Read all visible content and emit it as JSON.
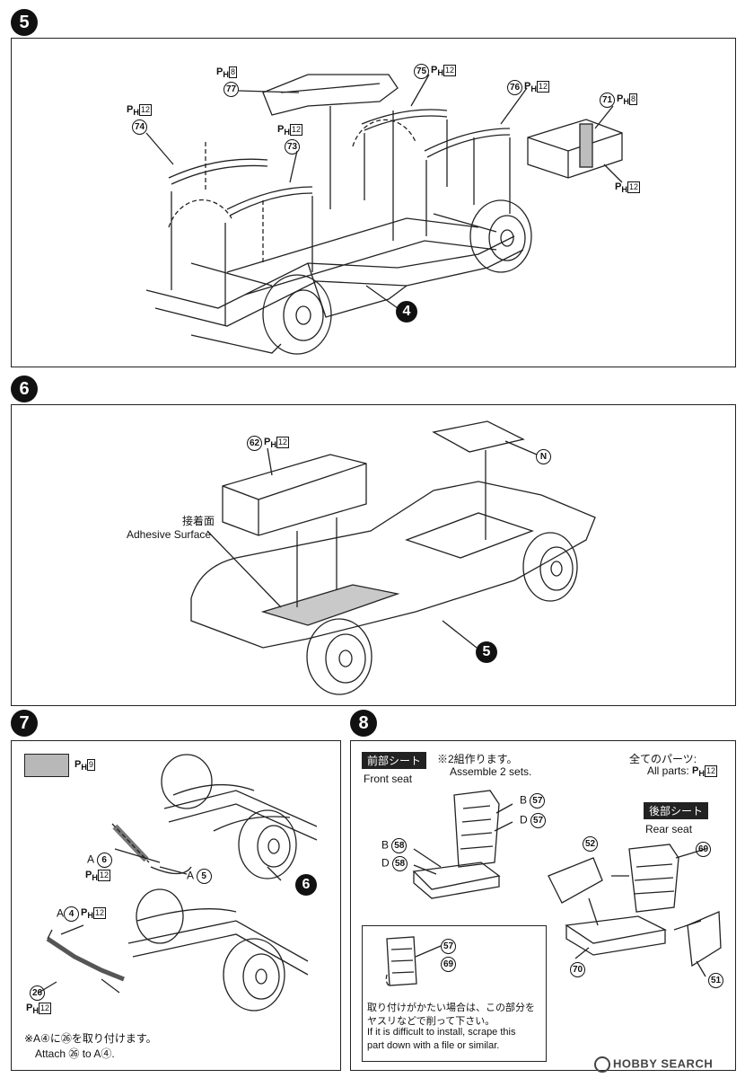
{
  "steps": {
    "s5": "5",
    "s6": "6",
    "s7": "7",
    "s8": "8"
  },
  "step5": {
    "parts": [
      {
        "num": "77",
        "paint_letter": "P",
        "paint_sub": "H",
        "paint_code": "8"
      },
      {
        "num": "75",
        "paint_letter": "P",
        "paint_sub": "H",
        "paint_code": "12"
      },
      {
        "num": "76",
        "paint_letter": "P",
        "paint_sub": "H",
        "paint_code": "12"
      },
      {
        "num": "71",
        "paint_letter": "P",
        "paint_sub": "H",
        "paint_code": "8"
      },
      {
        "num": "74",
        "paint_letter": "P",
        "paint_sub": "H",
        "paint_code": "12"
      },
      {
        "num": "73",
        "paint_letter": "P",
        "paint_sub": "H",
        "paint_code": "12"
      }
    ],
    "band_paint": {
      "letter": "P",
      "sub": "H",
      "code": "12"
    },
    "chassis_ref": "4"
  },
  "step6": {
    "part62": {
      "num": "62",
      "paint_letter": "P",
      "paint_sub": "H",
      "paint_code": "12"
    },
    "adhesive_jp": "接着面",
    "adhesive_en": "Adhesive Surface",
    "sheet_ref": "N",
    "chassis_ref": "5"
  },
  "step7": {
    "legend_paint": {
      "letter": "P",
      "sub": "H",
      "code": "9"
    },
    "a6_prefix": "A",
    "a6_num": "6",
    "a6_paint": {
      "letter": "P",
      "sub": "H",
      "code": "12"
    },
    "a5_prefix": "A",
    "a5_num": "5",
    "ref6": "6",
    "a4_prefix": "A",
    "a4_num": "4",
    "a4_paint": {
      "letter": "P",
      "sub": "H",
      "code": "12"
    },
    "p26_num": "26",
    "p26_paint": {
      "letter": "P",
      "sub": "H",
      "code": "12"
    },
    "note_jp": "※A④に㉖を取り付けます。",
    "note_en": "Attach ㉖ to A④."
  },
  "step8": {
    "front_tag": "前部シート",
    "front_en": "Front seat",
    "note2_jp": "※2組作ります。",
    "note2_en": "Assemble 2 sets.",
    "all_parts_jp": "全てのパーツ:",
    "all_parts_en": "All parts:",
    "all_paint": {
      "letter": "P",
      "sub": "H",
      "code": "12"
    },
    "rear_tag": "後部シート",
    "rear_en": "Rear seat",
    "b57": {
      "prefix": "B",
      "num": "57"
    },
    "d57": {
      "prefix": "D",
      "num": "57"
    },
    "b58": {
      "prefix": "B",
      "num": "58"
    },
    "d58": {
      "prefix": "D",
      "num": "58"
    },
    "p52": "52",
    "p69": "69",
    "p70": "70",
    "p51": "51",
    "box_p57": "57",
    "box_p69": "69",
    "box_jp1": "取り付けがかたい場合は、この部分を",
    "box_jp2": "ヤスリなどで削って下さい。",
    "box_en1": "If it is difficult to install, scrape this",
    "box_en2": "part down with a file or similar."
  },
  "watermark": "HOBBY SEARCH"
}
